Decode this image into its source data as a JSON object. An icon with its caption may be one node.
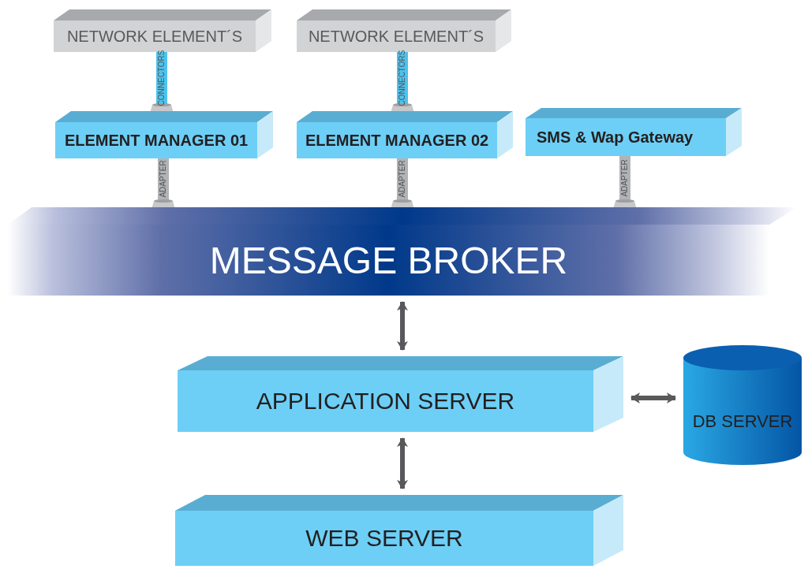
{
  "diagram": {
    "nodes": [
      {
        "text": [
          "NETWORK ELEMENT´S"
        ]
      },
      {
        "text": [
          "NETWORK ELEMENT´S"
        ]
      },
      {
        "text": [
          "ELEMENT MANAGER 01"
        ]
      },
      {
        "text": [
          "ELEMENT MANAGER 02"
        ]
      },
      {
        "text": [
          "SMS & Wap Gateway"
        ]
      },
      {
        "text": [
          "MESSAGE BROKER"
        ]
      },
      {
        "text": [
          "APPLICATION SERVER"
        ]
      },
      {
        "text": [
          "DB SERVER"
        ]
      },
      {
        "text": [
          "WEB SERVER"
        ]
      }
    ],
    "edges": [
      {
        "from": 0,
        "to": 2,
        "arrow": "other",
        "label": "CONNECTORS",
        "color": "#4cc3ef"
      },
      {
        "from": 1,
        "to": 3,
        "arrow": "other",
        "label": "CONNECTORS",
        "color": "#4cc3ef"
      },
      {
        "from": 2,
        "to": 5,
        "arrow": "other",
        "label": "ADAPTER"
      },
      {
        "from": 3,
        "to": 5,
        "arrow": "other",
        "label": "ADAPTER"
      },
      {
        "from": 4,
        "to": 5,
        "arrow": "other",
        "label": "ADAPTER"
      },
      {
        "from": 5,
        "to": 6,
        "arrow": "both",
        "color": "#58595b"
      },
      {
        "from": 6,
        "to": 7,
        "arrow": "both",
        "color": "#58595b"
      },
      {
        "from": 6,
        "to": 8,
        "arrow": "both",
        "color": "#58595b"
      }
    ]
  }
}
